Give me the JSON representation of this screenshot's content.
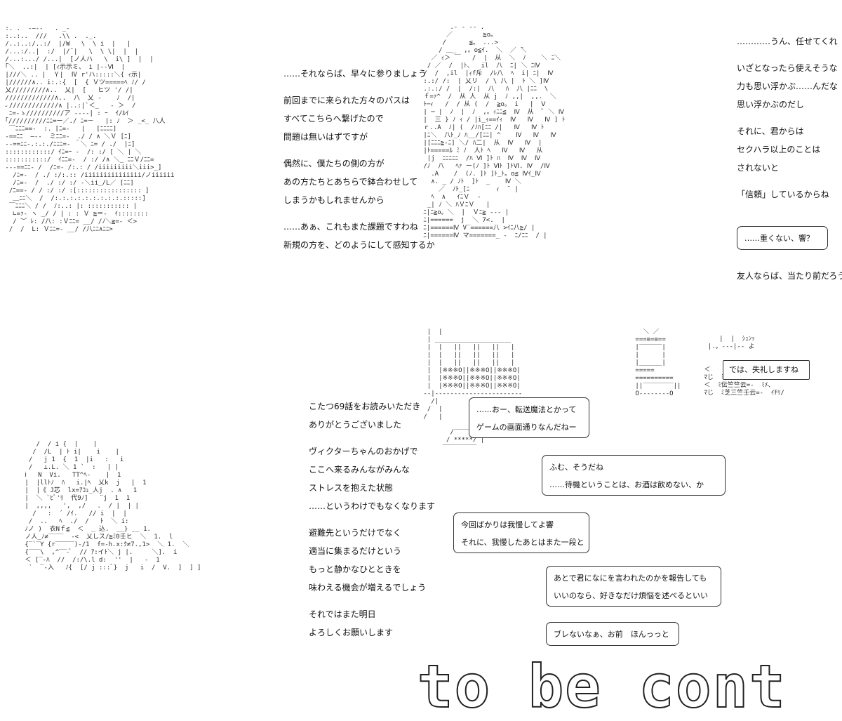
{
  "art": {
    "top_left": " :. .  -―‐-   . _-\n :..:..  ///   .\\\\ .  ._.  \n /..:..:/..:/  |/W   \\  \\ i  |   | \n /...:/..|  :/  |/¨|   \\  \\ \\|  |  |\n /...:.../ /...|  [ノ人ハ   \\  i\\ ]  |  |\n ｢＼  ..:|  | [ｨ示示ミ、 i |‐-Ⅵ  |\n |///＼ .. |  Ｙ|  Ⅳ r'ハ:::::＼{ ｨ示| \n |//////∧.. i:.:{  [  { Ｖツ=====ﾍ ﾉ/ / \n 乂/////////∧..  乂|  [   ヒツ '/ /|\n /////////////∧..  八  乂 ‐    ﾉ  /|\n ˶/////////////∧ |..:|`＜_   ‐ ＞  /\n  ﾆ=-ゝ//////////ア ‐‐‐‐| : ｰ  ｲ/ﾙｲ\n ｢//////////ﾆﾆ=ー／./ ﾆ=－   |: ﾉ  ＞ _<_ 八人\n  ￣ﾆﾆﾆ==‐  :. [ﾆ=-   |   [ﾆﾆﾆﾆ]\n -==ﾆﾆ  ―‐‐  ミﾆﾆ=-  ./ / ∧ ＼Ｖ [ﾆ]\n ‐-==ﾆﾆ‐.:.:./ﾆﾆﾆ=- ＾＼ ﾆ= / ./  |ﾆ]\n ::::::::::::/ ｲﾆ=ｰ ‐  /: :/ [ ＼ | ＼\n :::::::::::/  ｲﾆﾆ=‐  / :/ /∧ ＼_ ﾆﾆＶ/ﾆﾆ=\n ‐--==ﾆﾆ‐ /  /ﾆ=‐ /:.: / /iiiiiiiii＼iii>_]\n   /ﾆ=‐  / ./ :/:.:: /iiiiiiiiiiiiiii/ノiiiiii\n   /ﾆ=‐  /  ./ :/ :/ -＼ii_/L／ [ﾆﾆ]\n  /ﾆ==‐ / / :/ :/ :[::::::::::::::::: ]\n   ＿ﾆﾆ＼  /  /:.:.:.:.:.:.:.:.:.:::::]\n  ￣ﾆﾆﾆ＼ / /  ﾉ:..: |: ::::::::::: |\n   ∟=ｧ- ヽ _/ / | : : Ｖ ≧＝-  ｲ::::::::\n   / ︶ ﾚ: /八: :Ｖﾆﾆ= __/ /ﾉ＼≧=‐ ＜>\n  /  /  L: Ｖﾆﾆ=‐ __/ /八ﾆﾆ∧ﾆﾆ>",
    "top_right": "        .- ‐ ‐- .\n       ／        ≧o。\n      /      ≦。 ...>\n     / ＿_  ,。o≦ｲ.  ＼  ／ ̄＼\n   ／ ｨ＞ ￣   /  |  从  ＼  ﾉ    ＼ ﾆ＼\n  / ／  /  |ﾄ、  il  八  ﾆ| ＼ ﾆⅣ\n /  /  ,il  |ｨf斥  /ﾚ八  ﾍ  i| ﾆ|  Ⅳ\n :.:/ /:  | 乂リ  / \\ 八 |  ﾄ ＼ ]Ⅳ\n .:.:/ /  |  /:|  八   ﾊ  八 |ﾆﾆ  \\\n ｆ=ｧ^  /  从 人  从 j  ﾉ ,,|  ,,.  ＼\n ﾄ─ｨ   /  / 从 (  /  ≧o。 i   |  Ⅴ\n | ─ |  ﾉ  |  ﾉ  ,。ｨﾆﾆ≦  Ⅳ  从  ﾟ ＼ Ⅳ\n |  三 } ﾉ ｨ / |i_ｨ==ｲｨ  Ⅳ   Ⅳ   Ⅳ ] ﾄ\n ｒ..A  ﾉ| (  /ﾉﾊ[ﾆﾆ /|   Ⅳ   Ⅳ ﾄ\n |ﾆ＼  八ﾄ_ﾉ ﾊ__/[ﾆﾆ| ^    Ⅳ   Ⅳ   Ⅳ\n |[ﾆﾆﾆ≧-ﾆ] ＼/ ﾊ二|  从  Ⅳ   Ⅳ  |\n |ﾄ=====ﾙ ﾐ ﾉ  人ﾄ ﾍ   Ⅳ   Ⅳ   从\n  |j  ﾆﾆﾆﾆﾆ  /ﾊ Ⅵ ]ﾄ ﾊ  Ⅳ  Ⅳ  Ⅳ\n /ﾉ  八   ﾍｧ ー(ﾉ ]ﾄ Ⅵﾄ ]ﾄⅥ. Ⅳ  /Ⅳ\n   .A    /  (ﾉ. ]ﾄ ]ﾄ_ﾄ。o≦ Ⅳｲ_Ⅳ\n   ∧. _ / ﾉﾄ  ]ﾄ  _    Ⅳ ＼\n     ／  ﾉﾄ_[ﾆ       ｨ  ¨ |\n   ﾍ  ∧   ｲﾆＶ  -\n  _| ﾉ ＼ ﾊＶﾆＶ   |\n ﾆ|ﾆ≧o。＼  |  Ｖﾆ≧ ‐‐‐ |\n ﾆ|======  j  ＼ 7<.  |\n ﾆ|======Ⅳ V‾======八 >ｲﾆ八≧/ |\n ﾆ|======Ⅳ マ=======_ -  ﾆ/ﾆﾆ  / |",
    "bottom_left": "    /  / i {  |    |\n   /  /L  | ﾄ i|    i    |\n  /   j 1  {  1  |i   :   i\n  /   ⊥.L. ＼ 1 `  :   | |\n ⅰ   N  Vi.   TT^ﾍ‐    |  1\n |  |llﾄﾉ  ﾊ   i.|ﾍ  乂k  j   |  1\n |  |《 J芯  lx=ｱｺｭ_人j  . ∧   1\n |  ＼ `ﾋﾞ'ﾘ  代9ﾉ]   ¨j  1  1\n |  ,,,,   ',  ,/   .  / |  | |\n   /   :  ´ /ｲ.   // i  |  |\n  /  ..   ﾍ  ./  /   ﾄ  ＼ i:\n ﾉノ )  衣Nｆ≦  ＜  _ 込.  __} __ 1.\n ノ人_ﾉ≠‾‾‾‾  ‐<  乂しス/≧ﾐ0壬ヒ  ＼  1.  l\n {‾`‾Y {r‾‾‾‾‾)-/1  f=‐h.x:ｸ≠7.,1>  ＼ 1.  ＼\n {‾‾‾\\  ,^‾‾-ﾞ  // ｱ:イﾄ＼ j |.     ＼].  i\n ＜ [‾-ﾊ  //  /:/\\.l d:  ''  |   ‐  1\n  `  ‾-入   ﾉ{  [/ j :::ﾞ}  j   i  /  V.  ]  ] ]",
    "mid_station": "  |  |\n  | ____________________ \n  |  |   ||   ||   ||   |\n  |  |   ||   ||   ||   |\n  |  |   ||   ||   ||   |\n  |  |※※※O||※※※O||※※※O|\n  |  |※※※O||※※※O||※※※O|\n  |  |※※※O||※※※O||※※※O|\n ‐‐|‐‐‐‐‐‐‐‐‐‐‐‐‐‐‐‐‐‐‐‐‐‐‐\n   /|              \n  /  |              \n /   |              \n\n        /‾‾‾‾‾‾‾‾‾‾‾‾/|\n       / *****/ |\n      ‾‾‾‾‾‾‾‾‾",
    "signal": "   ＼ ／\n ===≡=≡==\n |‾‾‾‾‾‾|\n |      |\n |______|\n =====\n ==========\n ||‾‾‾‾‾‾‾‾||\n O‐‐‐‐‐‐‐‐O",
    "chair_text": "     |  |  ｼｭﾝｯ\n  |.。‐‐‐|‐‐ よ\n\n\n ＜    ﾐﾒ、\n ﾏじ  ﾐ芝王竺壬云=‐  ｲﾁﾘ/\n ＜  ﾐ伝竺竺云=‐  ﾐﾒ、\n ﾏじ  ﾐ芝三竺壬云=‐  ｲﾁﾘ/"
  },
  "left_text": {
    "lines": [
      "……それならば、早々に参りましょう",
      "",
      "前回までに来られた方々のパスは",
      "すべてこちらへ繋げたので",
      "問題は無いはずですが",
      "",
      "偶然に、僕たちの側の方が",
      "あの方たちとあちらで鉢合わせして",
      "しまうかもしれませんから",
      "",
      "……あぁ、これもまた課題ですわね",
      "新規の方を、どのようにして感知するか"
    ]
  },
  "right_text": {
    "lines": [
      "…………うん、任せてくれ",
      "",
      "いざとなったら使えそうな",
      "力も思い浮かぶ……んだな",
      "思い浮かぶのだし",
      "",
      "それに、君からは",
      "セクハラ以上のことは",
      "されないと",
      "",
      "「信頼」しているからね"
    ],
    "bubble": "……重くない、響？",
    "after_bubble": "友人ならば、当たり前だろう？"
  },
  "bottom_text": {
    "lines": [
      "こたつ69話をお読みいただき",
      "ありがとうございました",
      "",
      "ヴィクターちゃんのおかげで",
      "ここへ来るみんながみんな",
      "ストレスを抱えた状態",
      "……というわけでもなくなります",
      "",
      "避難先というだけでなく",
      "適当に集まるだけという",
      "もっと静かなひとときを",
      "味わえる機会が増えるでしょう",
      "",
      "それではまた明日",
      "よろしくお願いします"
    ]
  },
  "bubbles": {
    "b1": [
      "……おー、転送魔法とかって",
      "ゲームの画面通りなんだねー"
    ],
    "b2": [
      "ふむ、そうだね",
      "……待機ということは、お酒は飲めない、か"
    ],
    "b3": [
      "今回ばかりは我慢してよ響",
      "それに、我慢したあとはまた一段と"
    ],
    "b4": [
      "あとで君になにを言われたのかを報告しても",
      "いいのなら、好きなだけ煩悩を述べるといい"
    ],
    "b5": [
      "ブレないなぁ、お前　ほんっっと"
    ],
    "farewell": "では、失礼しますね"
  },
  "ending": {
    "label": "to be continued..."
  }
}
